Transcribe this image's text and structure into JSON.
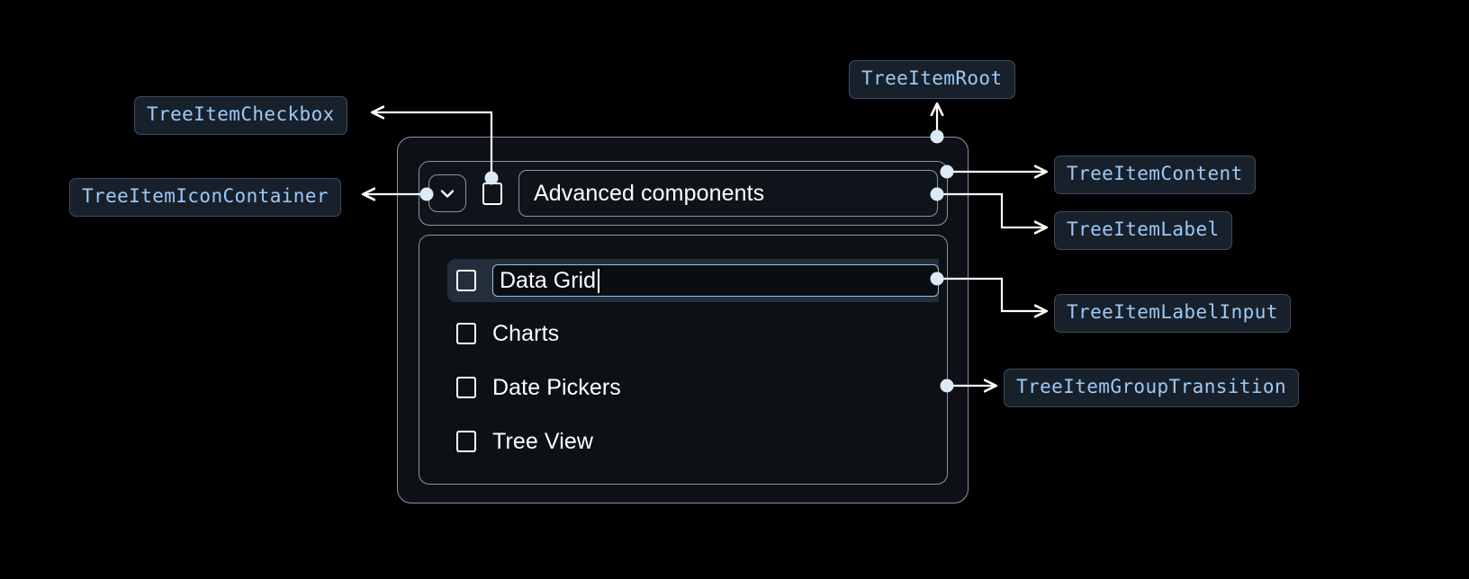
{
  "theme": {
    "page_background": "#000000",
    "card_background": "#0d1116",
    "card_border": "#8c949c",
    "chip_background": "#18202c",
    "chip_border": "#3f4c5e",
    "chip_text": "#9ec9f5",
    "selected_row_background": "#242e3a",
    "input_focus_border": "#8fc0f0",
    "connector_color": "#ffffff",
    "connector_dot": "#dce9f7",
    "item_text": "#ffffff"
  },
  "annotations": [
    {
      "id": "tree-item-checkbox",
      "label": "TreeItemCheckbox"
    },
    {
      "id": "tree-item-icon-container",
      "label": "TreeItemIconContainer"
    },
    {
      "id": "tree-item-root",
      "label": "TreeItemRoot"
    },
    {
      "id": "tree-item-content",
      "label": "TreeItemContent"
    },
    {
      "id": "tree-item-label",
      "label": "TreeItemLabel"
    },
    {
      "id": "tree-item-label-input",
      "label": "TreeItemLabelInput"
    },
    {
      "id": "tree-item-group-transition",
      "label": "TreeItemGroupTransition"
    }
  ],
  "tree": {
    "root": {
      "label": "Advanced components",
      "expanded": true,
      "checked": false,
      "expand_icon": "chevron-down-icon",
      "checkbox_icon": "checkbox-unchecked-icon"
    },
    "children": [
      {
        "label": "Data Grid",
        "checked": false,
        "editing": true,
        "selected": true
      },
      {
        "label": "Charts",
        "checked": false,
        "editing": false,
        "selected": false
      },
      {
        "label": "Date Pickers",
        "checked": false,
        "editing": false,
        "selected": false
      },
      {
        "label": "Tree View",
        "checked": false,
        "editing": false,
        "selected": false
      }
    ],
    "editing_value": "Data Grid"
  }
}
